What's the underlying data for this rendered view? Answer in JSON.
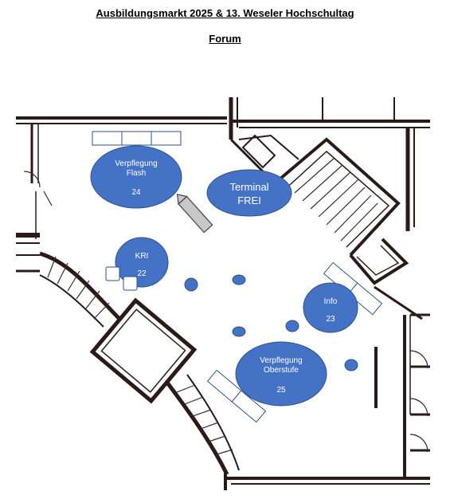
{
  "header": {
    "title": "Ausbildungsmarkt 2025 & 13. Weseler Hochschultag",
    "subtitle": "Forum"
  },
  "booths": [
    {
      "line1": "Verpflegung",
      "line2": "Flash",
      "number": "24"
    },
    {
      "line1": "Terminal",
      "line2": "FREI",
      "number": ""
    },
    {
      "line1": "KRI",
      "line2": "",
      "number": "22"
    },
    {
      "line1": "Info",
      "line2": "",
      "number": "23"
    },
    {
      "line1": "Verpflegung",
      "line2": "Oberstufe",
      "number": "25"
    }
  ],
  "colors": {
    "booth_fill": "#4472c4",
    "booth_stroke": "#2f528f",
    "wall": "#2b1a1a"
  }
}
